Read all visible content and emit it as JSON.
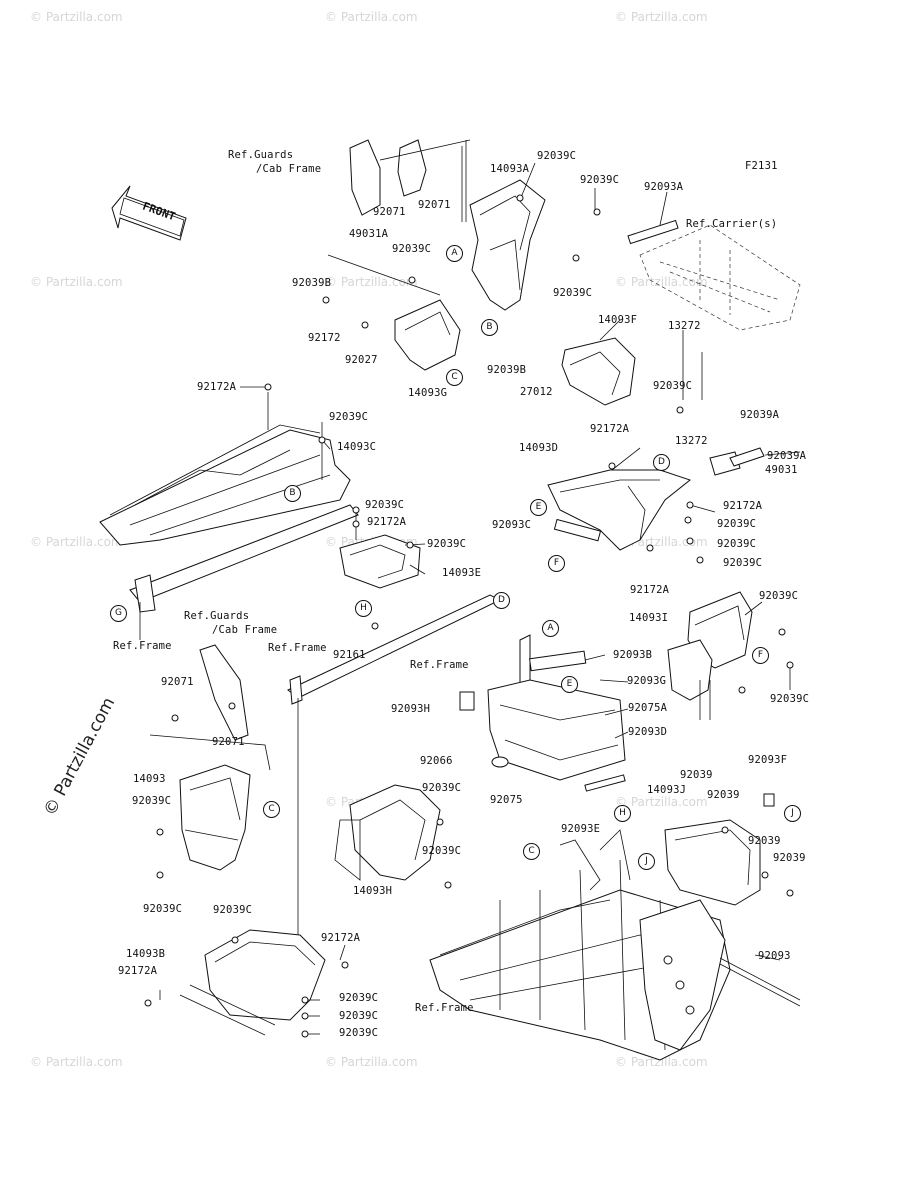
{
  "diagram": {
    "code": "F2131",
    "front_label": "FRONT",
    "watermark_text": "© Partzilla.com",
    "refs": {
      "guards_cab_1": "Ref.Guards",
      "guards_cab_1b": "/Cab Frame",
      "guards_cab_2": "Ref.Guards",
      "guards_cab_2b": "/Cab Frame",
      "carrier": "Ref.Carrier(s)",
      "frame_1": "Ref.Frame",
      "frame_2": "Ref.Frame",
      "frame_3": "Ref.Frame",
      "frame_4": "Ref.Frame"
    },
    "callouts": [
      "A",
      "B",
      "C",
      "D",
      "E",
      "F",
      "G",
      "H",
      "J"
    ],
    "parts": {
      "p01": "92039C",
      "p02": "14093A",
      "p03": "92039C",
      "p04": "92093A",
      "p05": "92071",
      "p06": "92071",
      "p07": "49031A",
      "p08": "92039C",
      "p09": "92039B",
      "p10": "92039C",
      "p11": "92172",
      "p12": "92027",
      "p13": "14093G",
      "p14": "92039B",
      "p15": "27012",
      "p16": "14093F",
      "p17": "13272",
      "p18": "92039C",
      "p19": "92172A",
      "p20": "92039C",
      "p21": "14093C",
      "p22": "92172A",
      "p23": "14093D",
      "p24": "92039A",
      "p25": "13272",
      "p26": "92039A",
      "p27": "49031",
      "p28": "92039C",
      "p29": "92172A",
      "p30": "92172A",
      "p31": "92039C",
      "p32": "92093C",
      "p33": "92039C",
      "p34": "92039C",
      "p35": "14093E",
      "p36": "92172A",
      "p37": "92039C",
      "p38": "14093I",
      "p39": "92161",
      "p40": "92093B",
      "p41": "92071",
      "p42": "92093G",
      "p43": "92071",
      "p44": "92093H",
      "p45": "92075A",
      "p46": "92093D",
      "p47": "92039C",
      "p48": "92039C",
      "p49": "14093",
      "p50": "92039C",
      "p51": "92066",
      "p52": "92075",
      "p53": "92093E",
      "p54": "92039C",
      "p55": "14093H",
      "p56": "92039",
      "p57": "92093F",
      "p58": "14093J",
      "p59": "92039",
      "p60": "92039",
      "p61": "92039",
      "p62": "92039C",
      "p63": "92039C",
      "p64": "92172A",
      "p65": "14093B",
      "p66": "92093",
      "p67": "92172A",
      "p68": "92039C",
      "p69": "92039C",
      "p70": "92039C"
    }
  }
}
